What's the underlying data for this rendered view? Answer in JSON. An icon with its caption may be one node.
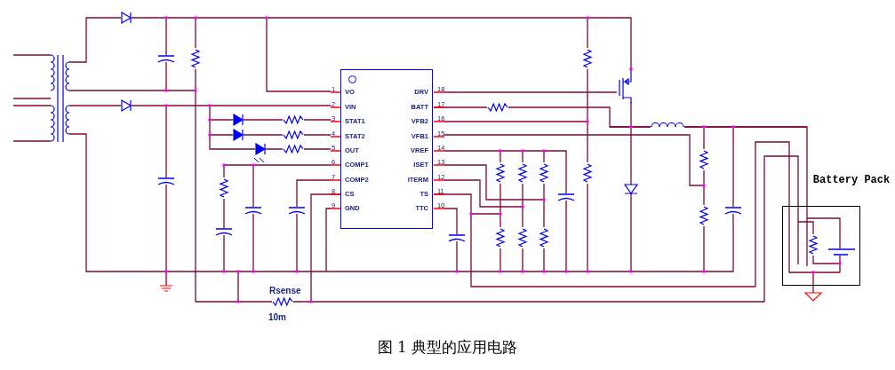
{
  "diagram": {
    "caption": "图 1 典型的应用电路",
    "nodes": [
      {
        "text": [
          "VO",
          "VIN",
          "STAT1",
          "STAT2",
          "OUT",
          "COMP1",
          "COMP2",
          "CS",
          "GND",
          "DRV",
          "BATT",
          "VFB2",
          "VFB1",
          "VREF",
          "ISET",
          "ITERM",
          "TS",
          "TTC"
        ],
        "beside": [
          "1",
          "2",
          "3",
          "4",
          "5",
          "6",
          "7",
          "8",
          "9",
          "18",
          "17",
          "16",
          "15",
          "14",
          "13",
          "12",
          "11",
          "10"
        ]
      },
      {
        "text": [
          "Battery Pack"
        ]
      }
    ],
    "edges": [
      {
        "from": 0,
        "to": 1,
        "arrow": "none"
      },
      {
        "from": 0,
        "to": 1,
        "arrow": "none"
      },
      {
        "from": 0,
        "to": 1,
        "arrow": "none"
      }
    ],
    "labels": [
      "Rsense",
      "10m"
    ]
  }
}
